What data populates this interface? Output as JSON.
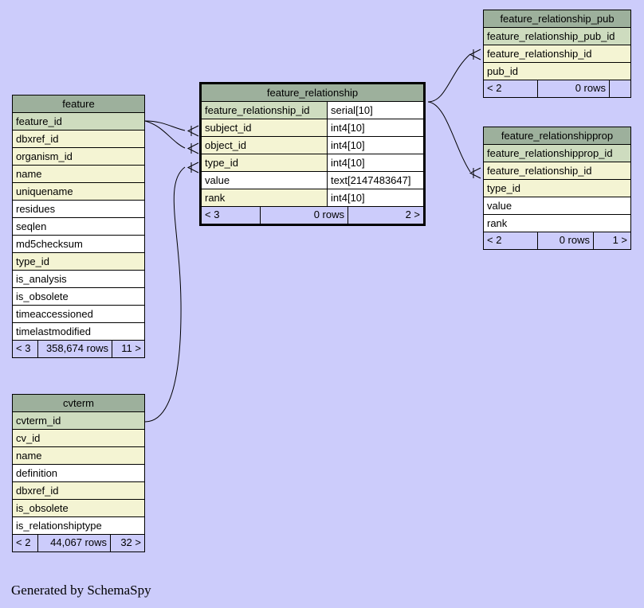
{
  "diagram": {
    "background_color": "#ccccfb",
    "credit": "Generated by SchemaSpy",
    "header_color": "#9db09c",
    "pk_color": "#cedcbf",
    "fk_color": "#f4f4d3",
    "plain_color": "#ffffff",
    "footer_color": "#ccccfb"
  },
  "tables": {
    "feature": {
      "title": "feature",
      "columns": [
        {
          "name": "feature_id",
          "type": "",
          "kind": "pk"
        },
        {
          "name": "dbxref_id",
          "type": "",
          "kind": "fk"
        },
        {
          "name": "organism_id",
          "type": "",
          "kind": "fk"
        },
        {
          "name": "name",
          "type": "",
          "kind": "fk"
        },
        {
          "name": "uniquename",
          "type": "",
          "kind": "fk"
        },
        {
          "name": "residues",
          "type": "",
          "kind": "plain"
        },
        {
          "name": "seqlen",
          "type": "",
          "kind": "plain"
        },
        {
          "name": "md5checksum",
          "type": "",
          "kind": "plain"
        },
        {
          "name": "type_id",
          "type": "",
          "kind": "fk"
        },
        {
          "name": "is_analysis",
          "type": "",
          "kind": "plain"
        },
        {
          "name": "is_obsolete",
          "type": "",
          "kind": "plain"
        },
        {
          "name": "timeaccessioned",
          "type": "",
          "kind": "plain"
        },
        {
          "name": "timelastmodified",
          "type": "",
          "kind": "plain"
        }
      ],
      "footer": {
        "left": "< 3",
        "middle": "358,674 rows",
        "right": "11 >"
      }
    },
    "cvterm": {
      "title": "cvterm",
      "columns": [
        {
          "name": "cvterm_id",
          "type": "",
          "kind": "pk"
        },
        {
          "name": "cv_id",
          "type": "",
          "kind": "fk"
        },
        {
          "name": "name",
          "type": "",
          "kind": "fk"
        },
        {
          "name": "definition",
          "type": "",
          "kind": "plain"
        },
        {
          "name": "dbxref_id",
          "type": "",
          "kind": "fk"
        },
        {
          "name": "is_obsolete",
          "type": "",
          "kind": "fk"
        },
        {
          "name": "is_relationshiptype",
          "type": "",
          "kind": "plain"
        }
      ],
      "footer": {
        "left": "< 2",
        "middle": "44,067 rows",
        "right": "32 >"
      }
    },
    "feature_relationship": {
      "title": "feature_relationship",
      "columns": [
        {
          "name": "feature_relationship_id",
          "type": "serial[10]",
          "kind": "pk"
        },
        {
          "name": "subject_id",
          "type": "int4[10]",
          "kind": "fk"
        },
        {
          "name": "object_id",
          "type": "int4[10]",
          "kind": "fk"
        },
        {
          "name": "type_id",
          "type": "int4[10]",
          "kind": "fk"
        },
        {
          "name": "value",
          "type": "text[2147483647]",
          "kind": "plain"
        },
        {
          "name": "rank",
          "type": "int4[10]",
          "kind": "fk"
        }
      ],
      "footer": {
        "left": "< 3",
        "middle": "0 rows",
        "right": "2 >"
      }
    },
    "feature_relationship_pub": {
      "title": "feature_relationship_pub",
      "columns": [
        {
          "name": "feature_relationship_pub_id",
          "type": "",
          "kind": "pk"
        },
        {
          "name": "feature_relationship_id",
          "type": "",
          "kind": "fk"
        },
        {
          "name": "pub_id",
          "type": "",
          "kind": "fk"
        }
      ],
      "footer": {
        "left": "< 2",
        "middle": "0 rows",
        "right": ""
      }
    },
    "feature_relationshipprop": {
      "title": "feature_relationshipprop",
      "columns": [
        {
          "name": "feature_relationshipprop_id",
          "type": "",
          "kind": "pk"
        },
        {
          "name": "feature_relationship_id",
          "type": "",
          "kind": "fk"
        },
        {
          "name": "type_id",
          "type": "",
          "kind": "fk"
        },
        {
          "name": "value",
          "type": "",
          "kind": "plain"
        },
        {
          "name": "rank",
          "type": "",
          "kind": "plain"
        }
      ],
      "footer": {
        "left": "< 2",
        "middle": "0 rows",
        "right": "1 >"
      }
    }
  },
  "relationships": [
    {
      "from": "feature.feature_id",
      "to": "feature_relationship.subject_id"
    },
    {
      "from": "feature.feature_id",
      "to": "feature_relationship.object_id"
    },
    {
      "from": "cvterm.cvterm_id",
      "to": "feature_relationship.type_id"
    },
    {
      "from": "feature_relationship.feature_relationship_id",
      "to": "feature_relationship_pub.feature_relationship_id"
    },
    {
      "from": "feature_relationship.feature_relationship_id",
      "to": "feature_relationshipprop.feature_relationship_id"
    }
  ]
}
